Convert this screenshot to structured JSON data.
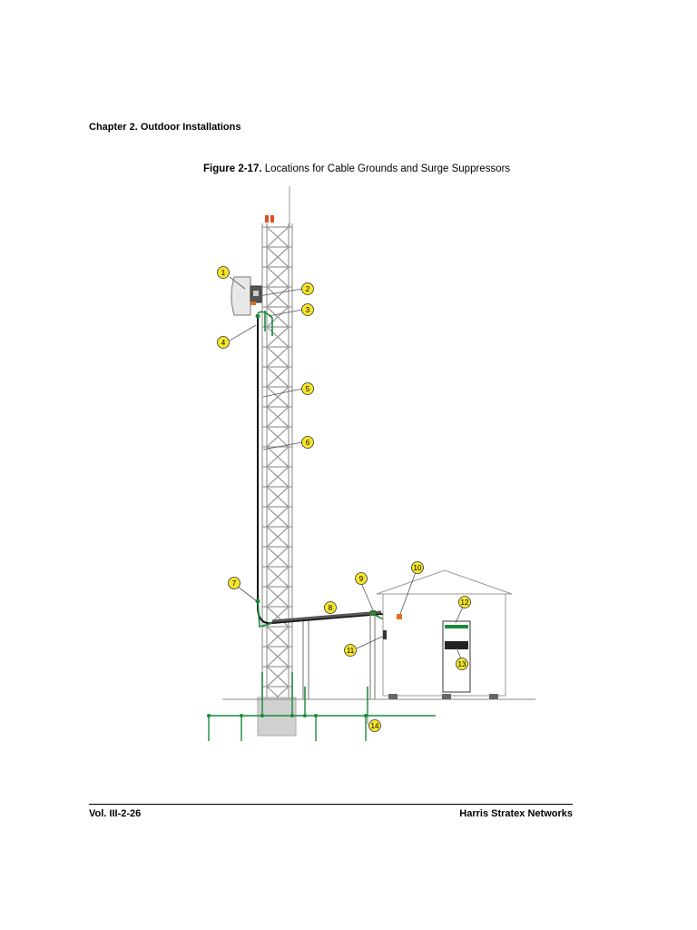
{
  "header": {
    "chapter": "Chapter 2.  Outdoor Installations"
  },
  "figure": {
    "number": "Figure 2-17.",
    "title": "Locations for Cable Grounds and Surge Suppressors",
    "callouts": [
      "1",
      "2",
      "3",
      "4",
      "5",
      "6",
      "7",
      "8",
      "9",
      "10",
      "11",
      "12",
      "13",
      "14"
    ]
  },
  "footer": {
    "left": "Vol. III-2-26",
    "right": "Harris Stratex Networks"
  },
  "colors": {
    "cable": "#1a8a3a",
    "tower": "#9a9a9a",
    "callout": "#f5e62a"
  }
}
